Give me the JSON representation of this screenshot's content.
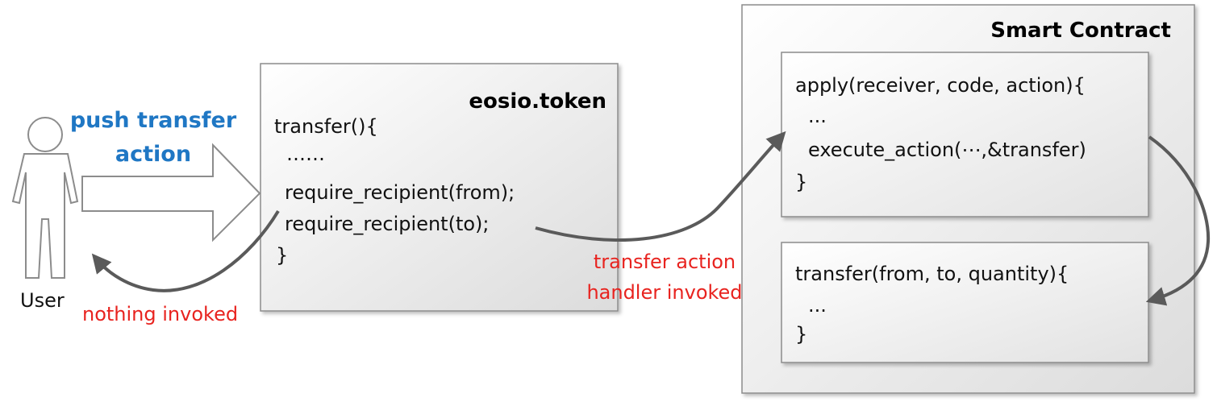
{
  "user": {
    "label": "User"
  },
  "push_arrow": {
    "line1": "push transfer",
    "line2": "action"
  },
  "eosio_token": {
    "title": "eosio.token",
    "lines": [
      "transfer(){",
      "……",
      "require_recipient(from);",
      "require_recipient(to);",
      "}"
    ]
  },
  "smart_contract": {
    "title": "Smart Contract",
    "apply_box": {
      "lines": [
        "apply(receiver, code, action){",
        "...",
        "execute_action(⋯,&transfer)",
        "}"
      ]
    },
    "transfer_box": {
      "lines": [
        "transfer(from, to, quantity){",
        "...",
        "}"
      ]
    }
  },
  "annotations": {
    "nothing_invoked": "nothing invoked",
    "handler_line1": "transfer action",
    "handler_line2": "handler invoked"
  },
  "colors": {
    "blue": "#1f77c4",
    "red": "#e8231f",
    "arrow": "#5a5a5a",
    "box_border": "#8c8c8c"
  }
}
